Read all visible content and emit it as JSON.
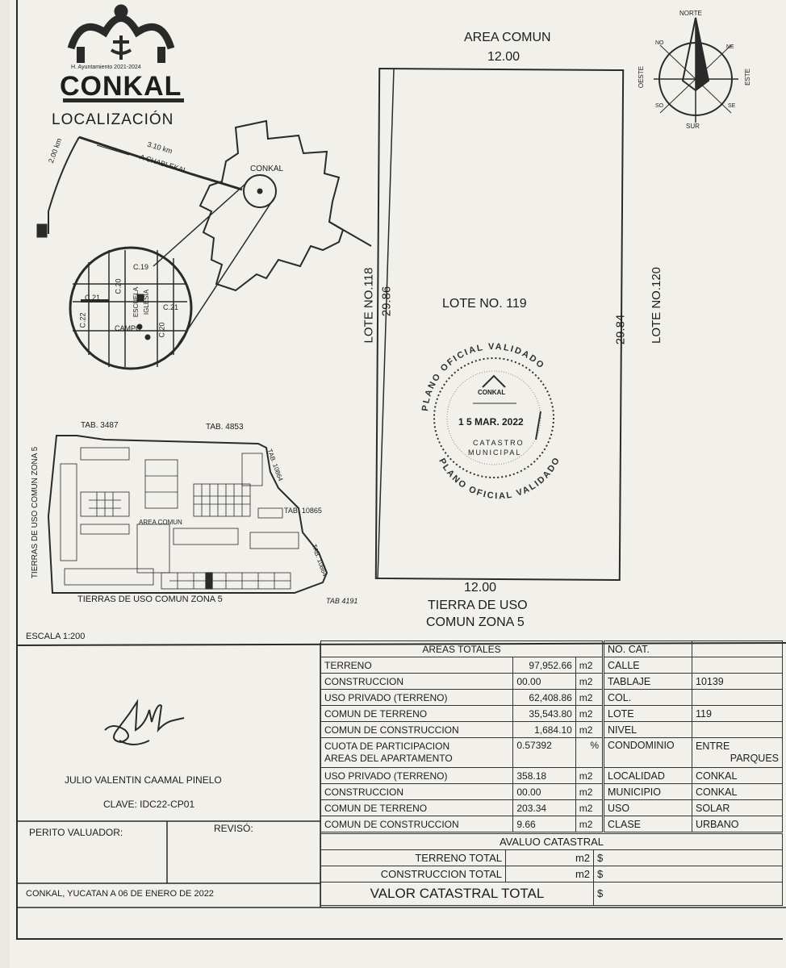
{
  "header": {
    "ayuntamiento": "H. Ayuntamiento 2021-2024",
    "logo_name": "CONKAL",
    "title": "LOCALIZACIÓN"
  },
  "compass": {
    "north": "NORTE",
    "south": "SUR",
    "east": "ESTE",
    "west": "OESTE",
    "ne": "NE",
    "nw": "NO",
    "se": "SE",
    "sw": "SO"
  },
  "location_map": {
    "dist_1": "2.00 km",
    "dist_2": "3.10 km",
    "road": "A CHABLEKAL",
    "town": "CONKAL",
    "streets": [
      "C.19",
      "C.20",
      "C.21",
      "C.21",
      "C.22",
      "C.20"
    ],
    "places": [
      "ESCUELA",
      "IGLESIA",
      "CAMPO"
    ]
  },
  "lot_plan": {
    "top_label": "AREA COMUN",
    "top_dim": "12.00",
    "bottom_dim": "12.00",
    "bottom_label_1": "TIERRA DE USO",
    "bottom_label_2": "COMUN ZONA 5",
    "left_lot": "LOTE NO.118",
    "left_dim": "29.86",
    "right_lot": "LOTE NO.120",
    "right_dim": "29.84",
    "center_lot": "LOTE NO. 119"
  },
  "stamp": {
    "top_text": "PLANO OFICIAL VALIDADO",
    "bottom_text": "PLANO OFICIAL VALIDADO",
    "logo": "CONKAL",
    "date": "1 5 MAR. 2022",
    "line1": "CATASTRO",
    "line2": "MUNICIPAL"
  },
  "site_map": {
    "tab_1": "TAB. 3487",
    "tab_2": "TAB. 4853",
    "tab_3": "TAB. 10864",
    "tab_4": "TAB. 10865",
    "tab_5": "TAB. 10864",
    "tab_6": "TAB 4191",
    "area_comun": "AREA COMUN",
    "left_label": "TIERRAS DE USO COMUN ZONA 5",
    "bottom_label": "TIERRAS DE USO COMUN ZONA 5"
  },
  "escala": "ESCALA  1:200",
  "areas_totales": {
    "header": "AREAS TOTALES",
    "rows": [
      {
        "label": "TERRENO",
        "value": "97,952.66",
        "unit": "m2"
      },
      {
        "label": "CONSTRUCCION",
        "value": "00.00",
        "unit": "m2"
      },
      {
        "label": "USO PRIVADO (TERRENO)",
        "value": "62,408.86",
        "unit": "m2"
      },
      {
        "label": "COMUN DE TERRENO",
        "value": "35,543.80",
        "unit": "m2"
      },
      {
        "label": "COMUN DE CONSTRUCCION",
        "value": "1,684.10",
        "unit": "m2"
      },
      {
        "label": "CUOTA DE PARTICIPACION",
        "value": "0.57392",
        "unit": "%"
      }
    ],
    "section_label": "AREAS DEL APARTAMENTO",
    "apt_rows": [
      {
        "label": "USO PRIVADO (TERRENO)",
        "value": "358.18",
        "unit": "m2"
      },
      {
        "label": "CONSTRUCCION",
        "value": "00.00",
        "unit": "m2"
      },
      {
        "label": "COMUN DE TERRENO",
        "value": "203.34",
        "unit": "m2"
      },
      {
        "label": "COMUN DE CONSTRUCCION",
        "value": "9.66",
        "unit": "m2"
      }
    ]
  },
  "cadastral_info": [
    {
      "label": "NO. CAT.",
      "value": ""
    },
    {
      "label": "CALLE",
      "value": ""
    },
    {
      "label": "TABLAJE",
      "value": "10139"
    },
    {
      "label": "COL.",
      "value": ""
    },
    {
      "label": "LOTE",
      "value": "119"
    },
    {
      "label": "NIVEL",
      "value": ""
    }
  ],
  "condominio": {
    "label": "CONDOMINIO",
    "value_1": "ENTRE",
    "value_2": "PARQUES"
  },
  "cadastral_info_2": [
    {
      "label": "LOCALIDAD",
      "value": "CONKAL"
    },
    {
      "label": "MUNICIPIO",
      "value": "CONKAL"
    },
    {
      "label": "USO",
      "value": "SOLAR"
    },
    {
      "label": "CLASE",
      "value": "URBANO"
    }
  ],
  "avaluo": {
    "header": "AVALUO CATASTRAL",
    "rows": [
      {
        "label": "TERRENO TOTAL",
        "unit": "m2",
        "currency": "$"
      },
      {
        "label": "CONSTRUCCION TOTAL",
        "unit": "m2",
        "currency": "$"
      }
    ],
    "total_label": "VALOR CATASTRAL TOTAL",
    "total_currency": "$"
  },
  "signature_block": {
    "name": "JULIO VALENTIN CAAMAL PINELO",
    "clave": "CLAVE: IDC22-CP01",
    "perito": "PERITO VALUADOR:",
    "reviso": "REVISÓ:",
    "place_date": "CONKAL, YUCATAN  A  06  DE ENERO DE 2022"
  }
}
